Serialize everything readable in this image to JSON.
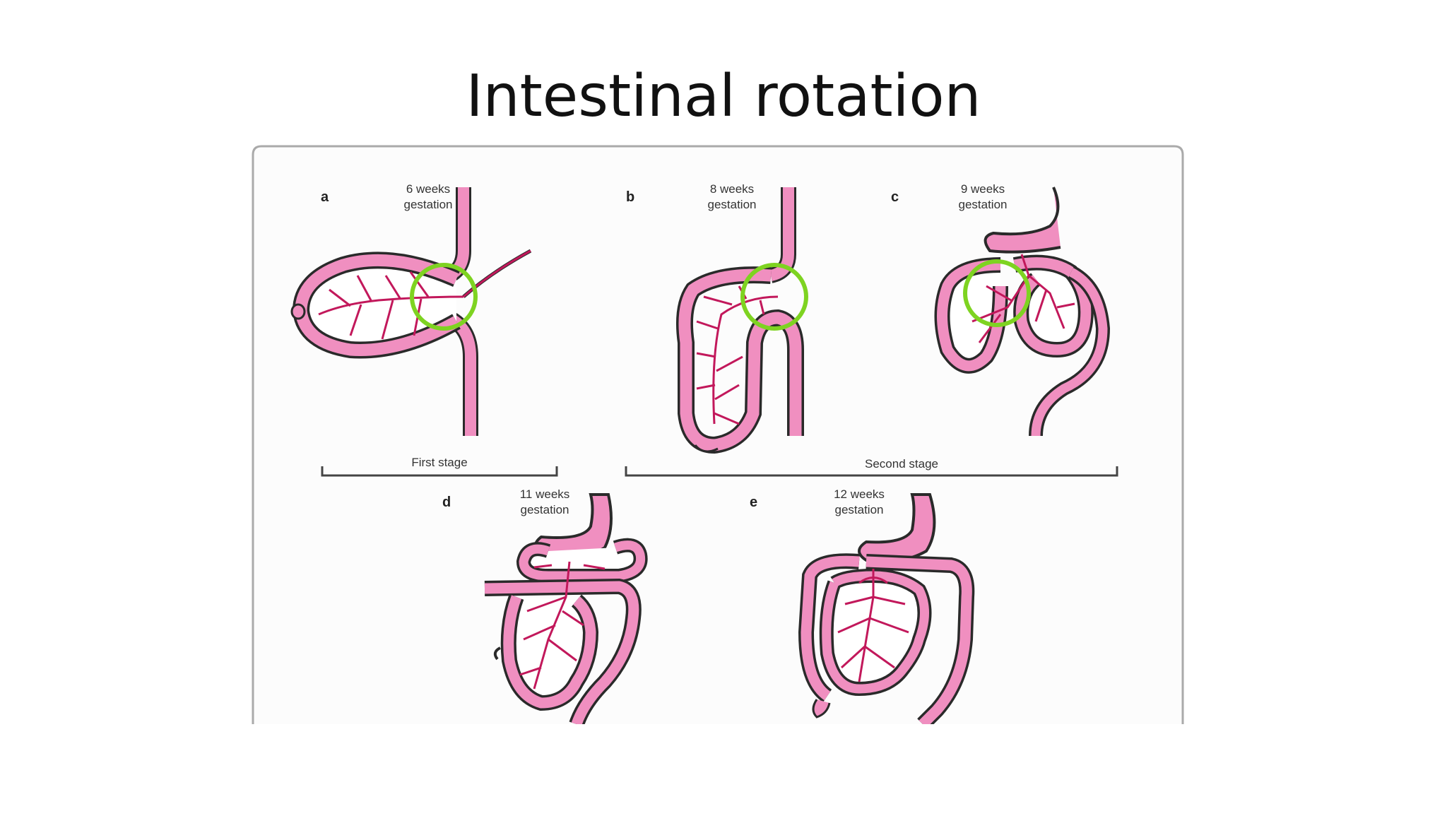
{
  "slide": {
    "title": "Intestinal rotation"
  },
  "figure": {
    "panels": [
      {
        "letter": "a",
        "caption_line1": "6 weeks",
        "caption_line2": "gestation",
        "highlighted": true
      },
      {
        "letter": "b",
        "caption_line1": "8 weeks",
        "caption_line2": "gestation",
        "highlighted": true
      },
      {
        "letter": "c",
        "caption_line1": "9 weeks",
        "caption_line2": "gestation",
        "highlighted": true
      },
      {
        "letter": "d",
        "caption_line1": "11 weeks",
        "caption_line2": "gestation",
        "highlighted": false
      },
      {
        "letter": "e",
        "caption_line1": "12 weeks",
        "caption_line2": "gestation",
        "highlighted": false
      }
    ],
    "stages": [
      {
        "label": "First stage"
      },
      {
        "label": "Second stage"
      }
    ],
    "colors": {
      "bowel_fill": "#f08fc0",
      "bowel_outline": "#2a2a2a",
      "vessel": "#c2185b",
      "highlight_circle": "#7ed321",
      "frame": "#aaaaaa"
    }
  }
}
